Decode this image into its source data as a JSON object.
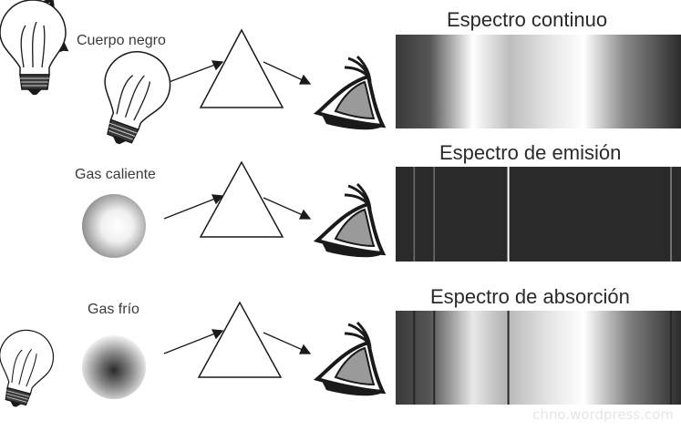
{
  "rows": [
    {
      "source_label": "Cuerpo negro",
      "source_type": "bulb",
      "spectrum_title": "Espectro continuo",
      "spectrum_type": "continuous",
      "lines": []
    },
    {
      "source_label": "Gas caliente",
      "source_type": "hot-gas",
      "spectrum_title": "Espectro de emisión",
      "spectrum_type": "emission",
      "lines": [
        0.065,
        0.135,
        0.395,
        0.965
      ]
    },
    {
      "source_label": "Gas frío",
      "source_type": "cold-gas",
      "spectrum_title": "Espectro de absorción",
      "spectrum_type": "absorption",
      "lines": [
        0.065,
        0.135,
        0.395,
        0.965
      ]
    }
  ],
  "credit": "chno.wordpress.com",
  "colors": {
    "stroke": "#1a1a1a",
    "eye_iris": "#9a9a9a",
    "spectrum_dark": "#2a2a2a",
    "spectrum_light": "#ffffff"
  }
}
